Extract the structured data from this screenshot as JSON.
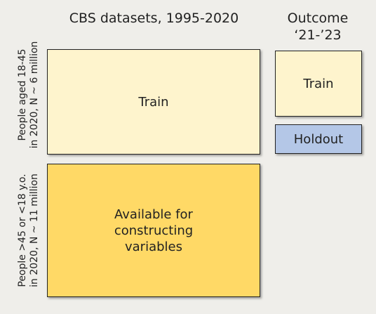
{
  "titles": {
    "datasets": "CBS datasets, 1995-2020",
    "outcome_line1": "Outcome",
    "outcome_line2": "‘21-’23"
  },
  "rows": [
    {
      "label_line1": "People aged 18-45",
      "label_line2": "in 2020, N ~ 6 million"
    },
    {
      "label_line1": "People >45 or <18  y.o.",
      "label_line2": "in 2020, N ~ 11 million"
    }
  ],
  "boxes": {
    "train_main": "Train",
    "available_line1": "Available for",
    "available_line2": "constructing",
    "available_line3": "variables",
    "train_outcome": "Train",
    "holdout": "Holdout"
  },
  "colors": {
    "background": "#efeeea",
    "train": "#fef4cd",
    "available": "#ffd966",
    "holdout": "#b4c7e7"
  }
}
